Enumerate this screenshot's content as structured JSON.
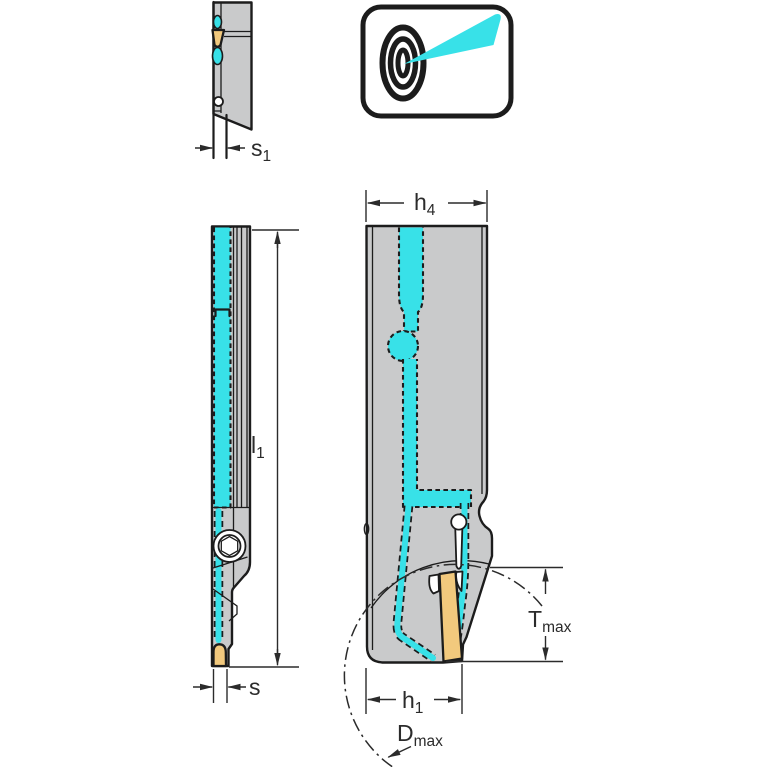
{
  "colors": {
    "line": "#1c1c1c",
    "body": "#c9cacb",
    "cyan": "#38e1e8",
    "tan": "#f2c97d",
    "dim": "#2b2b2b"
  },
  "labels": {
    "s1": {
      "base": "s",
      "sub": "1"
    },
    "l1": {
      "base": "l",
      "sub": "1"
    },
    "s": {
      "base": "s",
      "sub": ""
    },
    "h4": {
      "base": "h",
      "sub": "4"
    },
    "h1": {
      "base": "h",
      "sub": "1"
    },
    "tmax": {
      "base": "T",
      "sub": "max"
    },
    "dmax": {
      "base": "D",
      "sub": "max"
    }
  },
  "icon": {
    "name": "target-with-coolant-beam"
  }
}
